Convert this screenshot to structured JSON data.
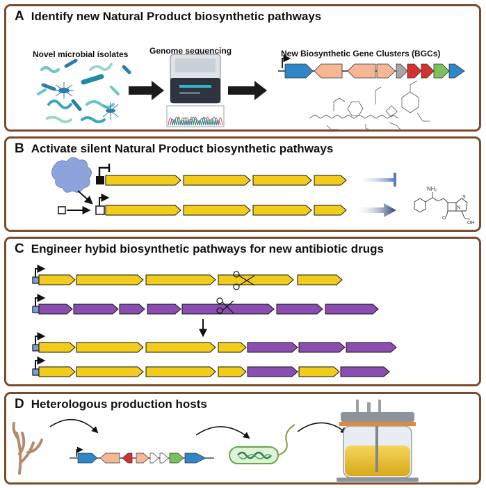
{
  "panels": {
    "a": {
      "letter": "A",
      "title": "Identify new Natural Product biosynthetic pathways",
      "labels": {
        "isolates": "Novel microbial isolates",
        "sequencing": "Genome sequencing",
        "bgcs": "New Biosynthetic Gene Clusters (BGCs)"
      }
    },
    "b": {
      "letter": "B",
      "title": "Activate silent Natural Product biosynthetic pathways"
    },
    "c": {
      "letter": "C",
      "title": "Engineer hybid biosynthetic pathways for new antibiotic drugs"
    },
    "d": {
      "letter": "D",
      "title": "Heterologous production hosts"
    }
  },
  "molecule_labels": {
    "amine": "NH₂",
    "acid": "OH",
    "nitrogen": "N",
    "sulfur": "S",
    "oxygen": "O"
  },
  "colors": {
    "border": "#7a4a2a",
    "yellow": "#f2cc1a",
    "purple": "#8a4db0",
    "blue": "#2f86c9",
    "peach": "#f6b894",
    "red": "#d4322e",
    "green": "#7cc05a",
    "grey": "#a6a6a6",
    "navy": "#253a75",
    "ltblue": "#5a7bc8"
  }
}
